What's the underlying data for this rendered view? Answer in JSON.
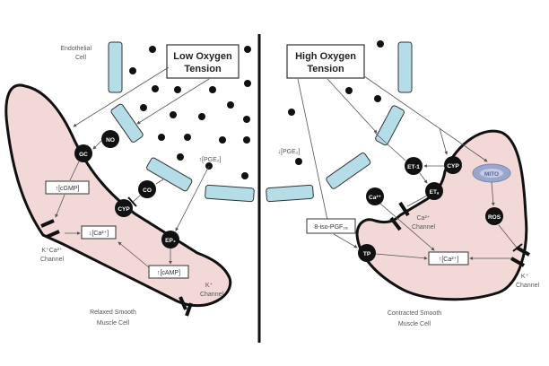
{
  "left_panel": {
    "title_line1": "Low Oxygen",
    "title_line2": "Tension",
    "endothelial_label_line1": "Endothelial",
    "endothelial_label_line2": "Cell",
    "nodes": {
      "no": "NO",
      "gc": "GC",
      "co": "CO",
      "cyp": "CYP",
      "ep4": "EP₄"
    },
    "boxes": {
      "cgmp": "↑[cGMP]",
      "ca": "↓[Ca²⁺]",
      "camp": "↑[cAMP]"
    },
    "pge2": "↑[PGE₂]",
    "kca_channel_line1": "K⁺Ca²⁺",
    "kca_channel_line2": "Channel",
    "k_channel_line1": "K⁺",
    "k_channel_line2": "Channel",
    "cell_label_line1": "Relaxed Smooth",
    "cell_label_line2": "Muscle Cell"
  },
  "right_panel": {
    "title_line1": "High Oxygen",
    "title_line2": "Tension",
    "nodes": {
      "et1": "ET-1",
      "cyp": "CYP",
      "eta": "ETₐ",
      "ca": "Ca²⁺",
      "tp": "TP",
      "ros": "ROS",
      "mito": "MITO"
    },
    "boxes": {
      "isoprostane": "8-iso-PGF₂ₐ",
      "ca": "↑[Ca²⁺]"
    },
    "pge2": "↓[PGE₂]",
    "ca_channel_line1": "Ca²⁺",
    "ca_channel_line2": "Channel",
    "k_channel_line1": "K⁺",
    "k_channel_line2": "Channel",
    "cell_label_line1": "Contracted Smooth",
    "cell_label_line2": "Muscle Cell"
  },
  "colors": {
    "cell_fill": "#f2d9d7",
    "endothelial_fill": "#b4dde8",
    "mito_fill": "#9aa6cc",
    "node_fill": "#111111"
  }
}
